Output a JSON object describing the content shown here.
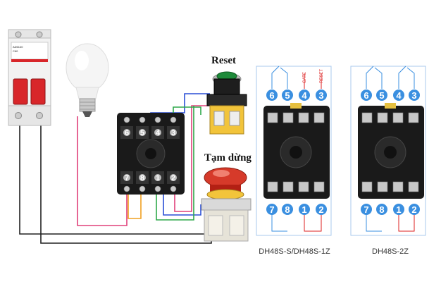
{
  "labels": {
    "reset": "Reset",
    "stop": "Tạm dừng",
    "model_left": "DH48S-S/DH48S-1Z",
    "model_right": "DH48S-2Z",
    "gate": "GATE",
    "reset_small": "RESET"
  },
  "breaker": {
    "text_lines": [
      "AD6140",
      "C60"
    ]
  },
  "socket_main": {
    "top_pins": [
      "6",
      "5",
      "4",
      "3"
    ],
    "bottom_pins": [
      "7",
      "8",
      "1",
      "2"
    ]
  },
  "socket_left": {
    "top_pins": [
      "6",
      "5",
      "4",
      "3"
    ],
    "bottom_pins": [
      "7",
      "8",
      "1",
      "2"
    ]
  },
  "socket_right": {
    "top_pins": [
      "6",
      "5",
      "4",
      "3"
    ],
    "bottom_pins": [
      "7",
      "8",
      "1",
      "2"
    ]
  },
  "colors": {
    "wire_black": "#222222",
    "wire_pink": "#e0407a",
    "wire_blue": "#2a4fd6",
    "wire_green": "#2fa84a",
    "wire_orange": "#f0a020",
    "pin_blue": "#3a8fe0",
    "breaker_red": "#d8262a",
    "button_green": "#1e8a3a",
    "button_red": "#d63a2a"
  }
}
